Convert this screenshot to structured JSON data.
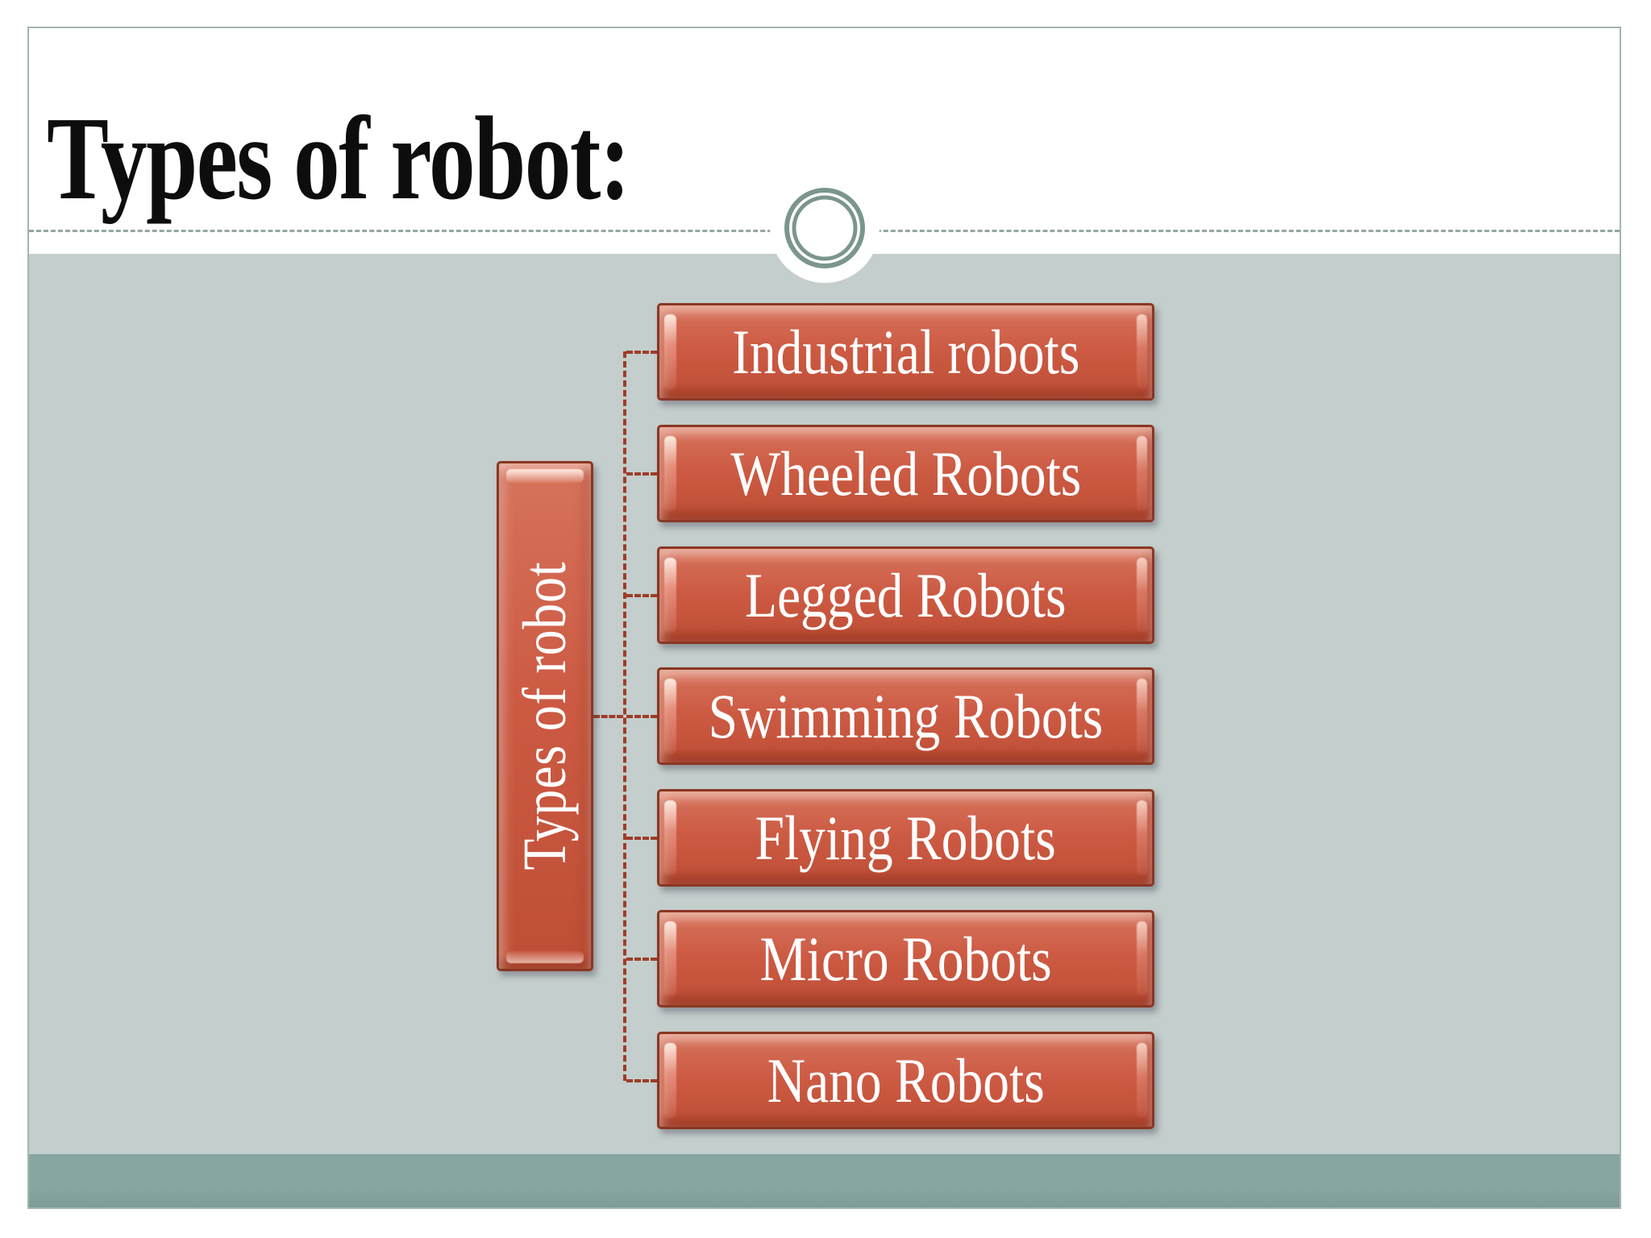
{
  "slide": {
    "title": "Types of robot:",
    "diagram": {
      "type": "hierarchy",
      "root_label": "Types of robot",
      "children": [
        "Industrial robots",
        "Wheeled Robots",
        "Legged Robots",
        "Swimming Robots",
        "Flying Robots",
        "Micro Robots",
        "Nano Robots"
      ]
    },
    "colors": {
      "frame_border": "#a3b6b0",
      "title_color": "#0d0d0d",
      "divider": "#93a79f",
      "ring": "#7b968c",
      "content_bg": "#c4cecd",
      "footer_bar": "#87a5a1",
      "footer_bar_dark": "#7d9b97",
      "node_fill_light": "#d6735c",
      "node_fill": "#cd5b44",
      "node_fill_dark": "#bf4e36",
      "node_border": "#8a3723",
      "node_text": "#ffffff",
      "connector": "#9e3d28"
    }
  }
}
